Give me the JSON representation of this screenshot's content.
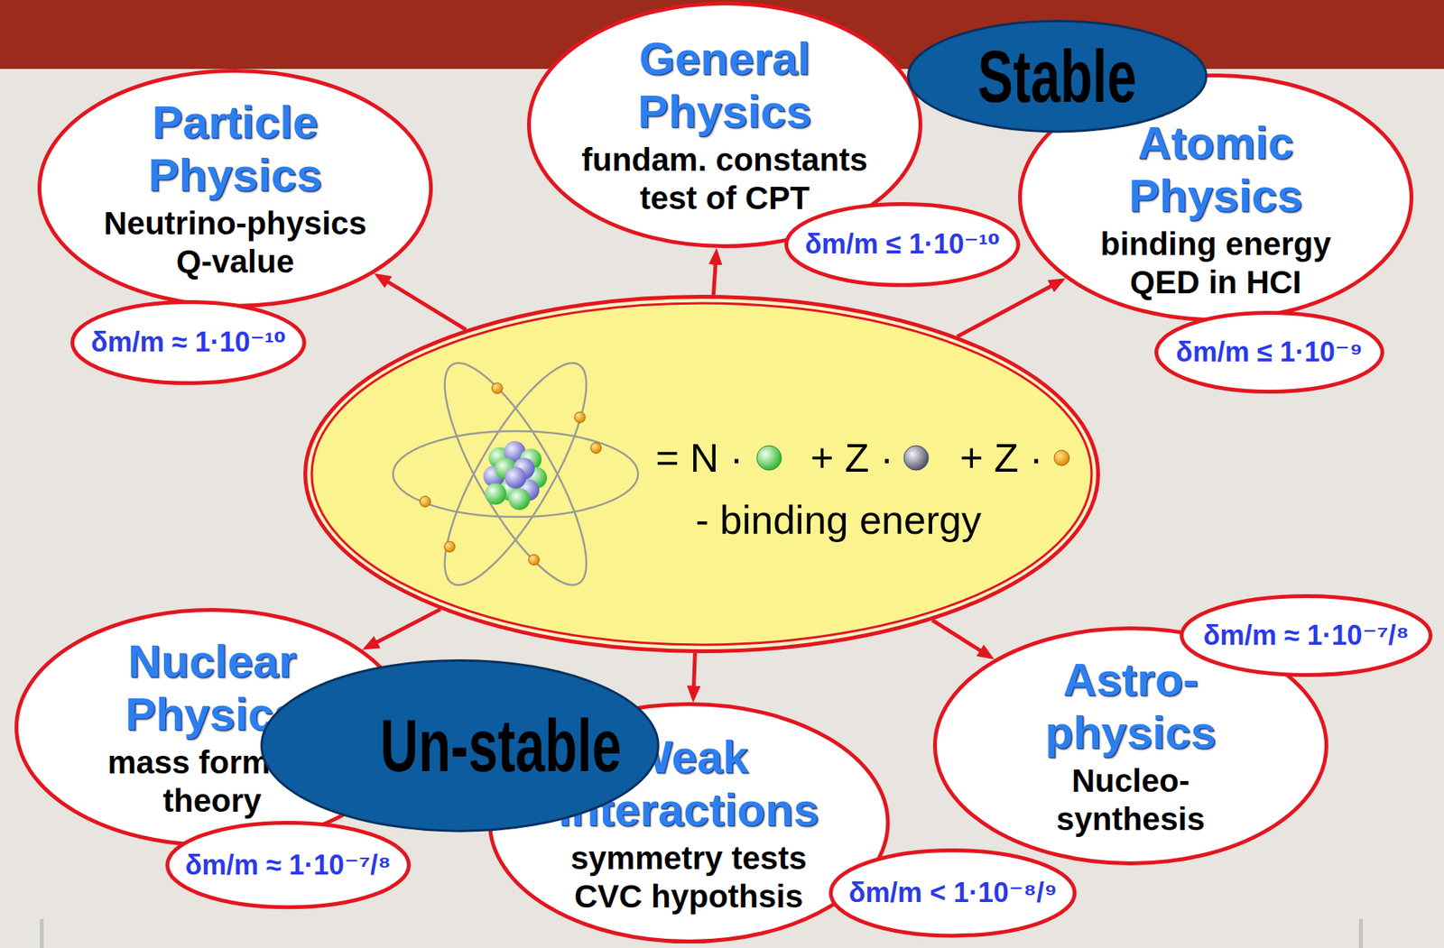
{
  "diagram": {
    "nodes": [
      {
        "text": [
          "Particle Physics",
          "Neutrino-physics Q-value"
        ]
      },
      {
        "text": [
          "δm/m ≈ 1·10⁻¹⁰"
        ]
      },
      {
        "text": [
          "General Physics",
          "fundam. constants test of CPT"
        ]
      },
      {
        "text": [
          "δm/m ≤ 1·10⁻¹⁰"
        ]
      },
      {
        "text": [
          "Stable"
        ]
      },
      {
        "text": [
          "Atomic Physics",
          "binding energy QED in HCI"
        ]
      },
      {
        "text": [
          "δm/m ≤ 1·10⁻⁹"
        ]
      },
      {
        "text": [
          "= N ·",
          "+ Z ·",
          "+ Z ·",
          "- binding energy"
        ]
      },
      {
        "text": [
          "Nuclear Physics",
          "mass formula theory"
        ]
      },
      {
        "text": [
          "δm/m ≈ 1·10⁻⁷/⁸"
        ]
      },
      {
        "text": [
          "Un-stable"
        ]
      },
      {
        "text": [
          "Weak Interactions",
          "symmetry tests CVC hypothsis"
        ]
      },
      {
        "text": [
          "δm/m < 1·10⁻⁸/⁹"
        ]
      },
      {
        "text": [
          "Astro- physics",
          "Nucleo- synthesis"
        ]
      },
      {
        "text": [
          "δm/m ≈ 1·10⁻⁷/⁸"
        ]
      }
    ],
    "edges": [
      {
        "from": 7,
        "to": 0,
        "arrow": "to"
      },
      {
        "from": 7,
        "to": 2,
        "arrow": "to"
      },
      {
        "from": 7,
        "to": 5,
        "arrow": "to"
      },
      {
        "from": 7,
        "to": 8,
        "arrow": "to"
      },
      {
        "from": 7,
        "to": 11,
        "arrow": "to"
      },
      {
        "from": 7,
        "to": 13,
        "arrow": "to"
      }
    ]
  }
}
